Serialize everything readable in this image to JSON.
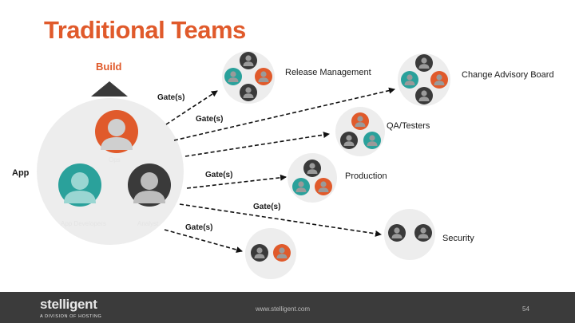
{
  "title": "Traditional Teams",
  "build_label": "Build",
  "app_label": "App",
  "roles": {
    "ops": "Ops",
    "dev": "App Developers",
    "arch": "Analyst"
  },
  "teams": {
    "release": "Release Management",
    "cab": "Change Advisory Board",
    "qa": "QA/Testers",
    "production": "Production",
    "security": "Security"
  },
  "gates": [
    "Gate(s)",
    "Gate(s)",
    "Gate(s)",
    "Gate(s)",
    "Gate(s)"
  ],
  "footer": {
    "brand": "stelligent",
    "division": "A DIVISION OF HOSTING",
    "url": "www.stelligent.com",
    "page": "54"
  },
  "colors": {
    "accent": "#e05a2b",
    "teal": "#2aa19b",
    "dark": "#3a3a3a",
    "circle": "#ededed"
  }
}
